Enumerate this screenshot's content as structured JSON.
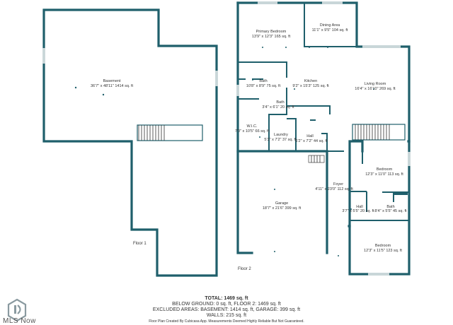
{
  "floors": [
    {
      "label": "Floor 1",
      "rooms": [
        {
          "name": "Basement",
          "dims": "36'7\" x 48'11\" 1414 sq. ft"
        }
      ]
    },
    {
      "label": "Floor 2",
      "rooms": [
        {
          "name": "Primary Bedroom",
          "dims": "13'9\" x 12'3\" 165 sq. ft"
        },
        {
          "name": "Dining Area",
          "dims": "11'1\" x 9'5\" 104 sq. ft"
        },
        {
          "name": "Bath",
          "dims": "10'8\" x 8'9\" 75 sq. ft"
        },
        {
          "name": "Kitchen",
          "dims": "9'2\" x 15'3\" 125 sq. ft"
        },
        {
          "name": "Living Room",
          "dims": "16'4\" x 16'10\" 269 sq. ft"
        },
        {
          "name": "Bath",
          "dims": "3'4\" x 6'1\" 20 sq. ft"
        },
        {
          "name": "W.I.C.",
          "dims": "7'0\" x 10'5\" 66 sq. ft"
        },
        {
          "name": "Laundry",
          "dims": "5'3\" x 7'2\" 37 sq. ft"
        },
        {
          "name": "Hall",
          "dims": "6'2\" x 7'2\" 44 sq. ft"
        },
        {
          "name": "Bedroom",
          "dims": "12'3\" x 11'0\" 113 sq. ft"
        },
        {
          "name": "Foyer",
          "dims": "4'11\" x 23'0\" 112 sq. ft"
        },
        {
          "name": "Garage",
          "dims": "18'7\" x 21'6\" 399 sq. ft"
        },
        {
          "name": "Hall",
          "dims": "3'7\" x 5'5\" 20 sq. ft"
        },
        {
          "name": "Bath",
          "dims": "8'4\" x 5'5\" 45 sq. ft"
        },
        {
          "name": "Bedroom",
          "dims": "12'3\" x 11'5\" 123 sq. ft"
        }
      ]
    }
  ],
  "summary": {
    "total": "TOTAL: 1469 sq. ft",
    "line2": "BELOW GROUND: 0 sq. ft, FLOOR 2: 1469 sq. ft",
    "line3": "EXCLUDED AREAS: BASEMENT: 1414 sq. ft, GARAGE: 399 sq. ft",
    "line4": "WALLS: 215 sq. ft",
    "footer": "Floor Plan Created By Cubicasa App. Measurements Deemed Highly Reliable But Not Guaranteed."
  },
  "logo": {
    "text": "MLS Now"
  },
  "colors": {
    "wall": "#1f5f6b",
    "text": "#333333"
  }
}
